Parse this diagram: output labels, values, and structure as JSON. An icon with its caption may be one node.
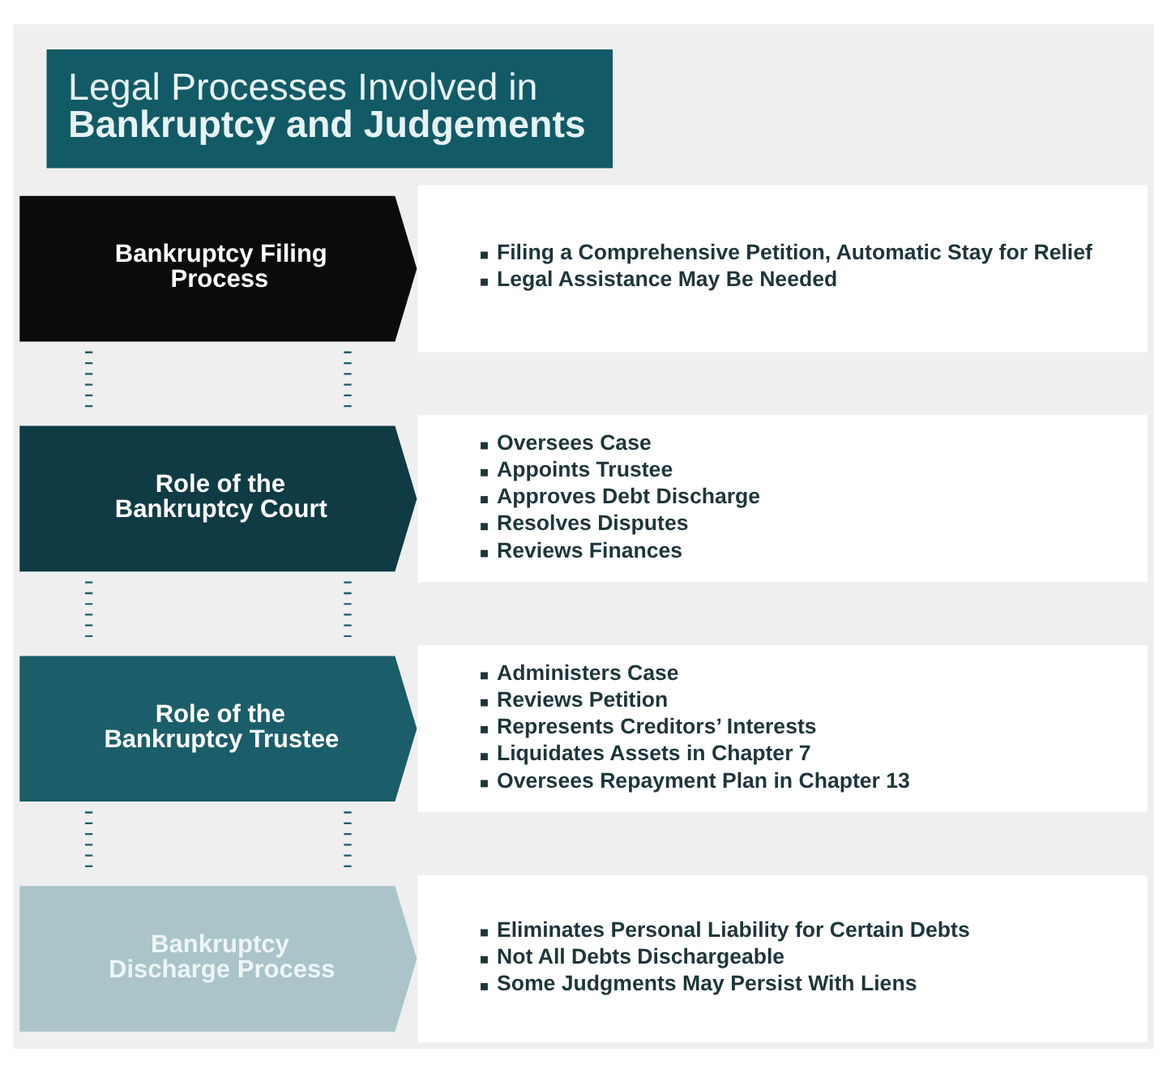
{
  "diagram": {
    "title": "Legal Processes Involved in **Bankruptcy and Judgements**",
    "nodes": [
      {
        "text": [
          "Bankruptcy Filing Process"
        ]
      },
      {
        "text": [
          "Filing a Comprehensive Petition, Automatic Stay for Relief",
          "Legal Assistance May Be Needed"
        ]
      },
      {
        "text": [
          "Role of the Bankruptcy Court"
        ]
      },
      {
        "text": [
          "Oversees Case",
          "Appoints Trustee",
          "Approves Debt Discharge",
          "Resolves Disputes",
          "Reviews Finances"
        ]
      },
      {
        "text": [
          "Role of the Bankruptcy Trustee"
        ]
      },
      {
        "text": [
          "Administers Case",
          "Reviews Petition",
          "Represents Creditors’ Interests",
          "Liquidates Assets in Chapter 7",
          "Oversees Repayment Plan in Chapter 13"
        ]
      },
      {
        "text": [
          "Bankruptcy Discharge Process"
        ]
      },
      {
        "text": [
          "Eliminates Personal Liability for Certain Debts",
          "Not All Debts Dischargeable",
          "Some Judgments May Persist With Liens"
        ]
      }
    ],
    "edges": [
      {
        "from": 0,
        "to": 2,
        "arrow": "none",
        "style": "dashed"
      },
      {
        "from": 0,
        "to": 2,
        "arrow": "none",
        "style": "dashed"
      },
      {
        "from": 2,
        "to": 4,
        "arrow": "none",
        "style": "dashed"
      },
      {
        "from": 2,
        "to": 4,
        "arrow": "none",
        "style": "dashed"
      },
      {
        "from": 4,
        "to": 6,
        "arrow": "none",
        "style": "dashed"
      },
      {
        "from": 4,
        "to": 6,
        "arrow": "none",
        "style": "dashed"
      }
    ]
  }
}
